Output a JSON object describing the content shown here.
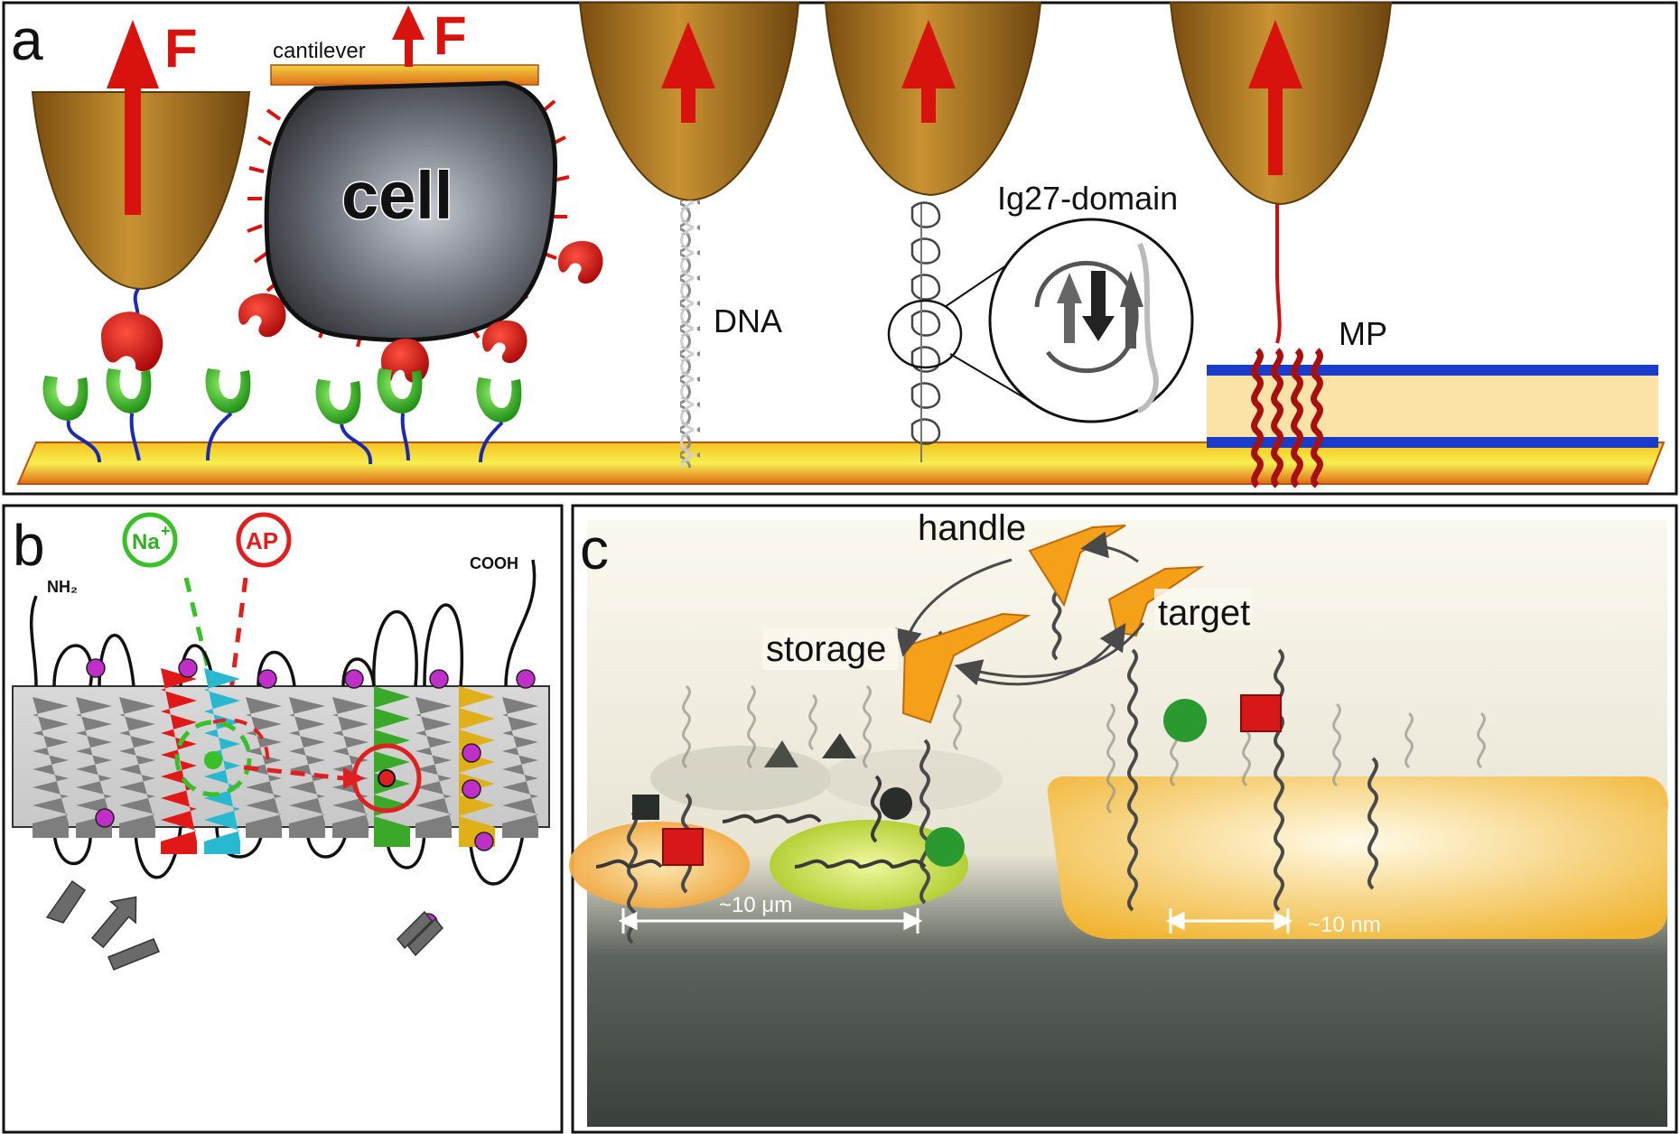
{
  "panel_a": {
    "letter": "a",
    "force_label_1": "F",
    "force_label_2": "F",
    "cantilever_label": "cantilever",
    "cell_label": "cell",
    "dna_label": "DNA",
    "ig27_label": "Ig27-domain",
    "mp_label": "MP"
  },
  "panel_b": {
    "letter": "b",
    "na_label": "Na",
    "na_sup": "+",
    "ap_label": "AP",
    "nh2_label": "NH₂",
    "cooh_label": "COOH"
  },
  "panel_c": {
    "letter": "c",
    "handle_label": "handle",
    "target_label": "target",
    "storage_label": "storage",
    "scale_1": "~10 μm",
    "scale_2": "~10 nm"
  },
  "colors": {
    "force_arrow": "#d8120c",
    "tip": "#b07a22",
    "substrate": "#f0a020",
    "receptor_green": "#2aa81a",
    "ligand_red": "#c81010",
    "linker_blue": "#1a2bb0",
    "membrane_blue": "#1a3cc8",
    "membrane_fill": "#fbe3a8",
    "helix_gray": "#7a7a7a",
    "helix_red": "#e01818",
    "helix_cyan": "#28b8d0",
    "helix_green": "#3aa828",
    "helix_yellow": "#e0b018",
    "phospho_magenta": "#c030c8"
  }
}
